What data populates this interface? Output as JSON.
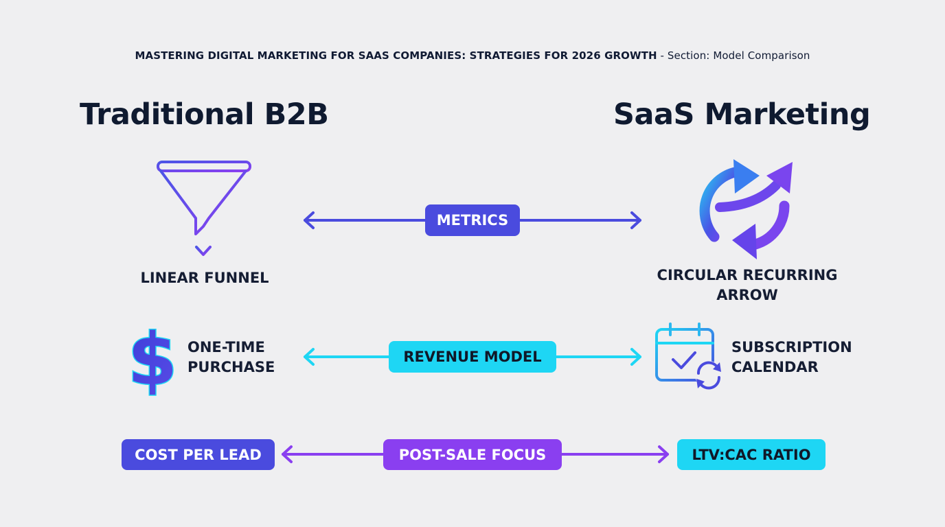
{
  "header": {
    "title": "MASTERING DIGITAL MARKETING FOR SAAS COMPANIES: STRATEGIES FOR 2026 GROWTH",
    "section": " - Section: Model Comparison"
  },
  "columns": {
    "left_title": "Traditional B2B",
    "right_title": "SaaS Marketing"
  },
  "rows": {
    "metrics": {
      "label": "METRICS",
      "left_caption": "LINEAR FUNNEL",
      "right_caption": "CIRCULAR RECURRING ARROW",
      "left_icon": "funnel-icon",
      "right_icon": "recurring-arrows-icon"
    },
    "revenue": {
      "label": "REVENUE MODEL",
      "left_caption": "ONE-TIME PURCHASE",
      "right_caption": "SUBSCRIPTION CALENDAR",
      "left_icon": "dollar-icon",
      "right_icon": "subscription-calendar-icon"
    },
    "focus": {
      "label": "POST-SALE FOCUS",
      "left_badge": "COST PER LEAD",
      "right_badge": "LTV:CAC RATIO"
    }
  },
  "colors": {
    "indigo": "#4a4bde",
    "cyan": "#1ed6f4",
    "purple": "#8a3ff0",
    "background": "#efeff1",
    "text": "#101a33"
  }
}
